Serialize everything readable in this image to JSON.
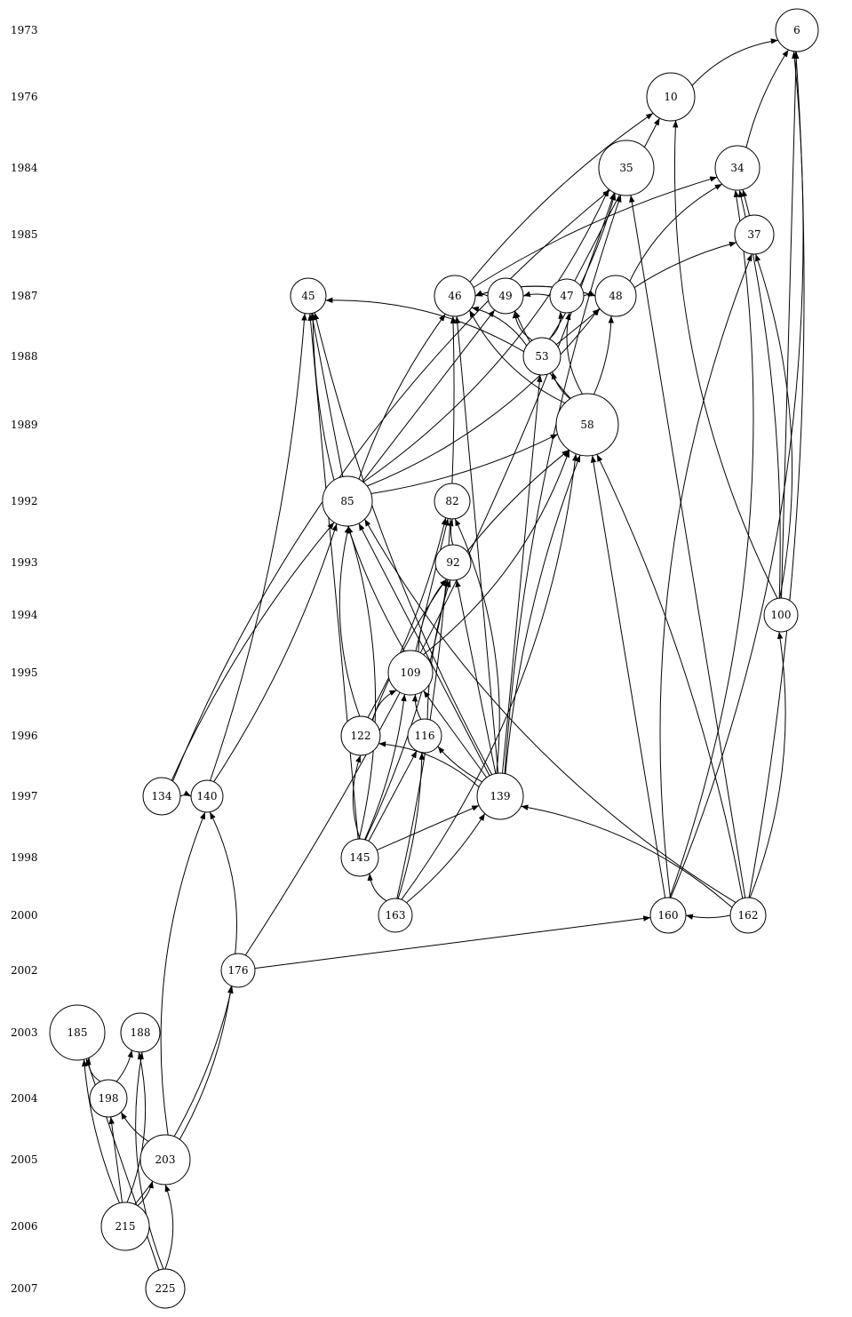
{
  "years": [
    "1973",
    "1976",
    "1984",
    "1985",
    "1987",
    "1988",
    "1989",
    "1992",
    "1993",
    "1994",
    "1995",
    "1996",
    "1997",
    "1998",
    "2000",
    "2002",
    "2003",
    "2004",
    "2005",
    "2006",
    "2007"
  ],
  "nodes": [
    "6",
    "10",
    "35",
    "34",
    "37",
    "45",
    "46",
    "49",
    "47",
    "48",
    "53",
    "58",
    "85",
    "82",
    "92",
    "100",
    "109",
    "122",
    "116",
    "134",
    "140",
    "139",
    "145",
    "163",
    "160",
    "162",
    "176",
    "185",
    "188",
    "198",
    "203",
    "215",
    "225"
  ],
  "edges": [
    [
      "10",
      "6"
    ],
    [
      "34",
      "6"
    ],
    [
      "100",
      "6"
    ],
    [
      "162",
      "6"
    ],
    [
      "160",
      "6"
    ],
    [
      "100",
      "10"
    ],
    [
      "46",
      "10"
    ],
    [
      "47",
      "10"
    ],
    [
      "100",
      "34"
    ],
    [
      "160",
      "34"
    ],
    [
      "48",
      "34"
    ],
    [
      "46",
      "34"
    ],
    [
      "37",
      "34"
    ],
    [
      "53",
      "35"
    ],
    [
      "85",
      "35"
    ],
    [
      "134",
      "35"
    ],
    [
      "139",
      "35"
    ],
    [
      "162",
      "35"
    ],
    [
      "176",
      "35"
    ],
    [
      "100",
      "37"
    ],
    [
      "160",
      "37"
    ],
    [
      "48",
      "37"
    ],
    [
      "85",
      "45"
    ],
    [
      "140",
      "45"
    ],
    [
      "53",
      "45"
    ],
    [
      "109",
      "45"
    ],
    [
      "139",
      "45"
    ],
    [
      "145",
      "45"
    ],
    [
      "49",
      "46"
    ],
    [
      "53",
      "46"
    ],
    [
      "58",
      "46"
    ],
    [
      "85",
      "46"
    ],
    [
      "139",
      "46"
    ],
    [
      "163",
      "46"
    ],
    [
      "48",
      "46"
    ],
    [
      "53",
      "49"
    ],
    [
      "58",
      "49"
    ],
    [
      "85",
      "49"
    ],
    [
      "47",
      "49"
    ],
    [
      "53",
      "47"
    ],
    [
      "58",
      "47"
    ],
    [
      "47",
      "48"
    ],
    [
      "53",
      "48"
    ],
    [
      "58",
      "48"
    ],
    [
      "85",
      "48"
    ],
    [
      "46",
      "48"
    ],
    [
      "58",
      "53"
    ],
    [
      "139",
      "53"
    ],
    [
      "85",
      "58"
    ],
    [
      "109",
      "58"
    ],
    [
      "122",
      "58"
    ],
    [
      "139",
      "58"
    ],
    [
      "160",
      "58"
    ],
    [
      "162",
      "58"
    ],
    [
      "163",
      "58"
    ],
    [
      "122",
      "85"
    ],
    [
      "134",
      "85"
    ],
    [
      "139",
      "85"
    ],
    [
      "140",
      "85"
    ],
    [
      "145",
      "85"
    ],
    [
      "162",
      "85"
    ],
    [
      "92",
      "82"
    ],
    [
      "109",
      "82"
    ],
    [
      "122",
      "82"
    ],
    [
      "139",
      "82"
    ],
    [
      "109",
      "92"
    ],
    [
      "116",
      "92"
    ],
    [
      "139",
      "92"
    ],
    [
      "145",
      "92"
    ],
    [
      "162",
      "100"
    ],
    [
      "122",
      "109"
    ],
    [
      "116",
      "109"
    ],
    [
      "139",
      "109"
    ],
    [
      "145",
      "109"
    ],
    [
      "139",
      "122"
    ],
    [
      "145",
      "122"
    ],
    [
      "139",
      "116"
    ],
    [
      "145",
      "116"
    ],
    [
      "163",
      "116"
    ],
    [
      "176",
      "140"
    ],
    [
      "203",
      "140"
    ],
    [
      "134",
      "140"
    ],
    [
      "145",
      "139"
    ],
    [
      "163",
      "139"
    ],
    [
      "162",
      "139"
    ],
    [
      "163",
      "145"
    ],
    [
      "162",
      "160"
    ],
    [
      "176",
      "160"
    ],
    [
      "203",
      "176"
    ],
    [
      "215",
      "176"
    ],
    [
      "198",
      "185"
    ],
    [
      "215",
      "185"
    ],
    [
      "225",
      "185"
    ],
    [
      "198",
      "188"
    ],
    [
      "215",
      "188"
    ],
    [
      "225",
      "188"
    ],
    [
      "203",
      "198"
    ],
    [
      "215",
      "198"
    ],
    [
      "215",
      "203"
    ],
    [
      "225",
      "203"
    ]
  ]
}
